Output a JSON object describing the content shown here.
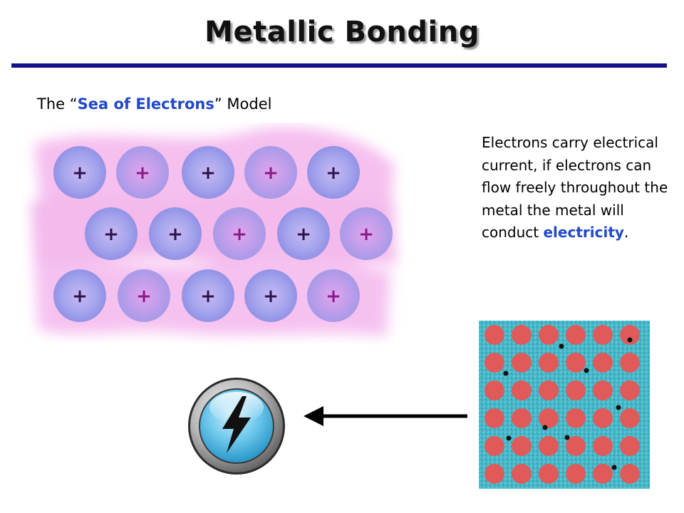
{
  "slide": {
    "title": "Metallic Bonding",
    "subtitle_prefix": "The “",
    "subtitle_highlight": "Sea of Electrons",
    "subtitle_suffix": "” Model",
    "description_text": "Electrons carry electrical current, if electrons can flow freely throughout the metal the metal will conduct ",
    "description_highlight": "electricity",
    "description_end": "."
  },
  "ion_label": "+",
  "colors": {
    "title_rule": "#12128a",
    "accent_text": "#2148c8",
    "ion_fill": "#a8a8f0",
    "electron_sea": "#f0a8e8",
    "lattice_bg": "#3fb6c6",
    "lattice_atom": "#e05a5a",
    "free_electron": "#111111"
  },
  "icons": {
    "electricity_button": "lightning-bolt-icon",
    "arrow": "arrow-left-icon"
  }
}
